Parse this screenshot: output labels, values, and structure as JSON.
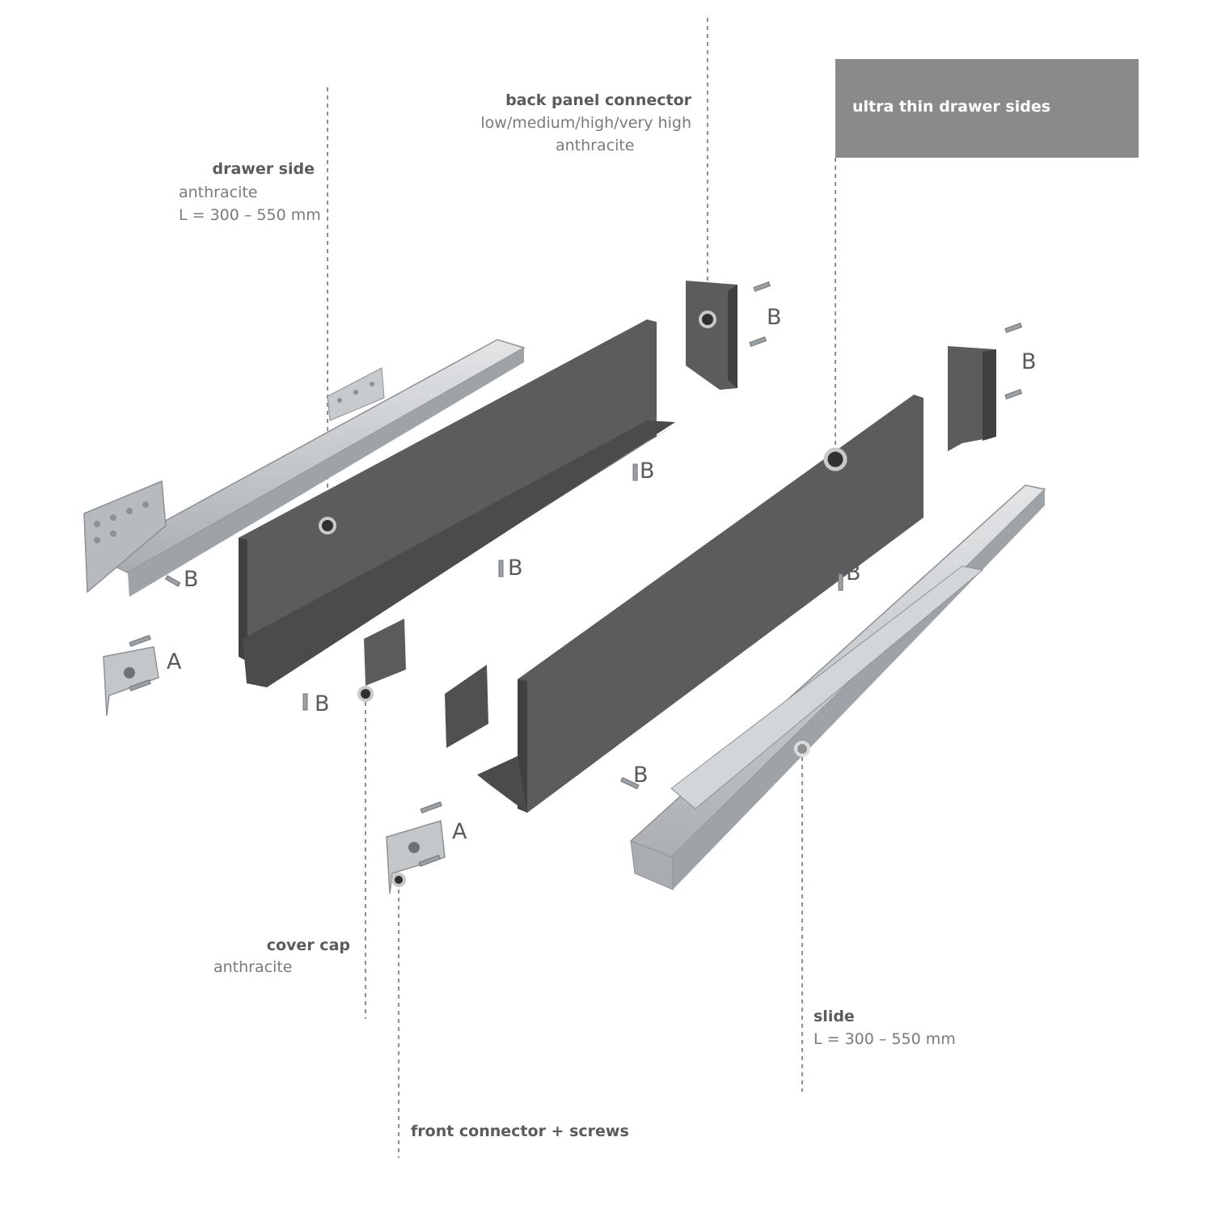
{
  "banner": {
    "text": "ultra thin drawer sides",
    "color": "#8a8a8c"
  },
  "labels": {
    "drawer_side": {
      "title": "drawer side",
      "lines": [
        "anthracite",
        "L = 300 – 550 mm"
      ]
    },
    "back_panel_connector": {
      "title": "back panel connector",
      "lines": [
        "low/medium/high/very high",
        "anthracite"
      ]
    },
    "cover_cap": {
      "title": "cover cap",
      "lines": [
        "anthracite"
      ]
    },
    "slide": {
      "title": "slide",
      "lines": [
        "L = 300 – 550 mm"
      ]
    },
    "front_connector": {
      "title": "front connector + screws"
    }
  },
  "letters": {
    "a": "A",
    "b": "B"
  },
  "colors": {
    "anthracite": "#5b5c5e",
    "steel": "#c4c7ca",
    "text": "#6b6b6b"
  }
}
